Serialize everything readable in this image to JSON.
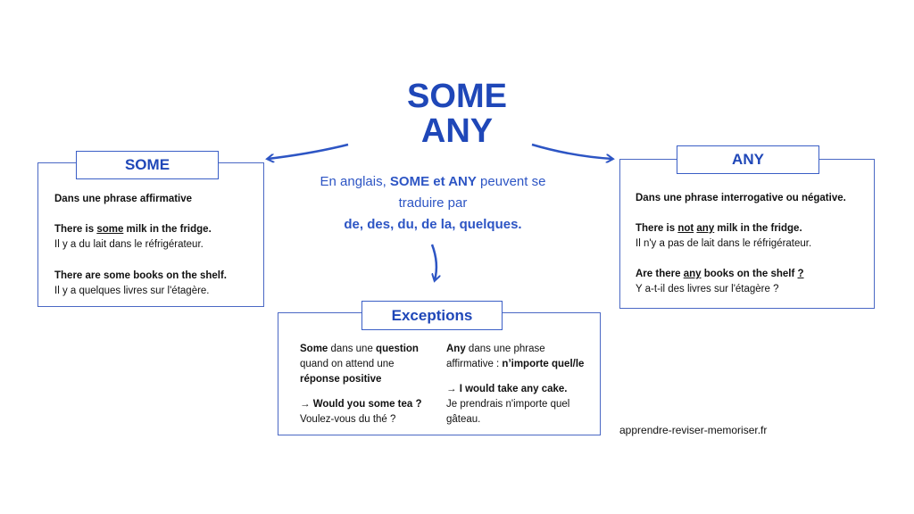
{
  "title": {
    "line1": "SOME",
    "line2": "ANY"
  },
  "intro": {
    "part1": "En anglais, ",
    "bold1": "SOME et ANY",
    "part2": " peuvent se traduire par",
    "bold2": "de, des, du, de la, quelques."
  },
  "some": {
    "title": "SOME",
    "heading": "Dans une phrase affirmative",
    "ex1_a": "There is ",
    "ex1_u": "some",
    "ex1_b": " milk in the fridge.",
    "ex1_fr": "Il y a du lait dans le réfrigérateur.",
    "ex2": "There are some books on the shelf.",
    "ex2_fr": "Il y a quelques livres sur l'étagère."
  },
  "any": {
    "title": "ANY",
    "heading": "Dans une phrase interrogative ou négative.",
    "ex1_a": "There is ",
    "ex1_u1": "not",
    "ex1_sp": " ",
    "ex1_u2": "any",
    "ex1_b": " milk in the fridge.",
    "ex1_fr": "Il n'y a pas de lait dans le réfrigérateur.",
    "ex2_a": "Are there ",
    "ex2_u": "any",
    "ex2_b": " books on the shelf ",
    "ex2_q": "?",
    "ex2_fr": "Y a-t-il des livres sur l'étagère ?"
  },
  "exceptions": {
    "title": "Exceptions",
    "left": {
      "b1": "Some",
      "t1": " dans une ",
      "b2": "question",
      "t2": "quand on attend une",
      "b3": "réponse positive",
      "ex": "→ Would you some tea ?",
      "fr": "Voulez-vous du thé ?"
    },
    "right": {
      "b1": "Any",
      "t1": " dans une phrase",
      "t2": "affirmative : ",
      "b2": "n’importe quel/le",
      "ex": "→ I would take any cake.",
      "fr1": "Je prendrais n'importe quel",
      "fr2": "gâteau."
    }
  },
  "footer": {
    "site": "apprendre-reviser-memoriser.fr"
  },
  "colors": {
    "accent": "#1f47b8",
    "border": "#4a68c4",
    "intro": "#2d55c4"
  }
}
